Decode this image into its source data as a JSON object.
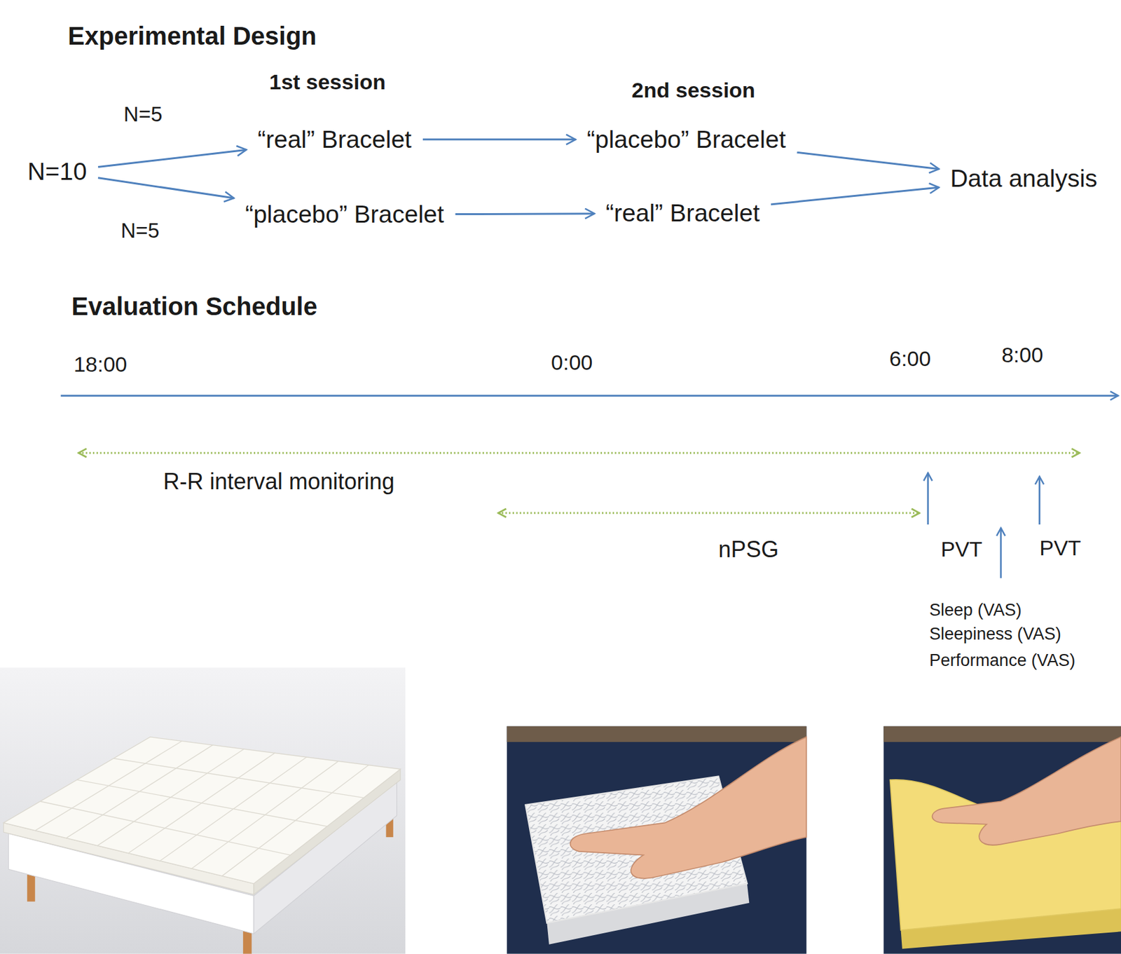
{
  "diagram": {
    "title": "Experimental Design",
    "nodes": [
      {
        "text": [
          "N=10"
        ]
      },
      {
        "text": [
          "“real” Bracelet"
        ]
      },
      {
        "text": [
          "“placebo” Bracelet"
        ]
      },
      {
        "text": [
          "“placebo” Bracelet"
        ]
      },
      {
        "text": [
          "“real” Bracelet"
        ]
      },
      {
        "text": [
          "Data analysis"
        ]
      }
    ],
    "edges": [
      {
        "from": 0,
        "to": 1,
        "label": "N=5",
        "arrow": "to"
      },
      {
        "from": 0,
        "to": 3,
        "label": "N=5",
        "arrow": "to"
      },
      {
        "from": 1,
        "to": 2,
        "arrow": "to"
      },
      {
        "from": 3,
        "to": 4,
        "arrow": "to"
      },
      {
        "from": 2,
        "to": 5,
        "arrow": "to"
      },
      {
        "from": 4,
        "to": 5,
        "arrow": "to"
      }
    ],
    "labels": [
      "1st session",
      "2nd session",
      "Evaluation Schedule",
      "18:00",
      "0:00",
      "6:00",
      "8:00",
      "R-R interval monitoring",
      "nPSG",
      "PVT",
      "PVT",
      "Sleep (VAS)",
      "Sleepiness (VAS)",
      "Performance (VAS)"
    ]
  }
}
